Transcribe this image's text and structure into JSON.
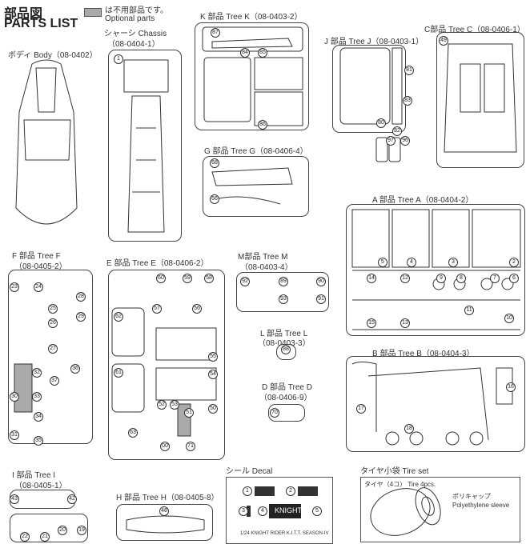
{
  "header": {
    "title_jp": "部品図",
    "title_en": "PARTS LIST",
    "legend_jp": "は不用部品です。",
    "legend_en": "Optional parts",
    "optional_color": "#aaaaaa"
  },
  "trees": {
    "body": "ボディ Body（08-0402）",
    "chassis": [
      "シャーシ Chassis",
      "（08-0404-1）"
    ],
    "K": "K 部品 Tree K（08-0403-2）",
    "J": "J 部品 Tree J（08-0403-1）",
    "C": "C部品 Tree C（08-0406-1）",
    "G": "G 部品 Tree G（08-0406-4）",
    "A": "A 部品 Tree A（08-0404-2）",
    "F": [
      "F 部品 Tree F",
      "（08-0405-2）"
    ],
    "E": "E 部品 Tree E（08-0406-2）",
    "M": [
      "M部品 Tree M",
      "（08-0403-4）"
    ],
    "L": [
      "L 部品 Tree L",
      "（08-0403-3）"
    ],
    "D": [
      "D 部品 Tree D",
      "（08-0406-9）"
    ],
    "B": "B 部品 Tree B（08-0404-3）",
    "I": [
      "I 部品 Tree I",
      "（08-0405-1）"
    ],
    "H": "H 部品 Tree H（08-0405-8）",
    "decal": "シール Decal",
    "tire": "タイヤ小袋 Tire set"
  },
  "parts": {
    "chassis": [
      "1"
    ],
    "K": [
      "87",
      "84",
      "85",
      "86"
    ],
    "J": [
      "81",
      "83",
      "80",
      "82",
      "97",
      "96"
    ],
    "C": [
      "49"
    ],
    "G": [
      "68",
      "66"
    ],
    "A": [
      "5",
      "4",
      "3",
      "2",
      "14",
      "12",
      "9",
      "8",
      "7",
      "6",
      "15",
      "13",
      "11",
      "10"
    ],
    "F": [
      "23",
      "24",
      "28",
      "25",
      "26",
      "29",
      "27",
      "36",
      "32",
      "37",
      "30",
      "33",
      "34",
      "35",
      "31"
    ],
    "E": [
      "60",
      "59",
      "58",
      "57",
      "56",
      "62",
      "55",
      "61",
      "54",
      "52",
      "53",
      "51",
      "50",
      "63",
      "00",
      "71"
    ],
    "M": [
      "92",
      "89",
      "90",
      "93",
      "91"
    ],
    "L": [
      "88"
    ],
    "D": [
      "70"
    ],
    "B": [
      "17",
      "18",
      "16"
    ],
    "I": [
      "43",
      "42",
      "22",
      "21",
      "20",
      "19"
    ],
    "H": [
      "48"
    ],
    "decal": [
      "1",
      "2",
      "3",
      "4",
      "5"
    ]
  },
  "decal": {
    "logo": "KNIGHT",
    "caption": "1/24 KNIGHT RIDER K.I.T.T. SEASON-IV"
  },
  "tire": {
    "tire_label": "タイヤ（4コ） Tire 4pcs.",
    "sleeve_jp": "ポリキャップ",
    "sleeve_en": "Polyethylene sleeve"
  }
}
